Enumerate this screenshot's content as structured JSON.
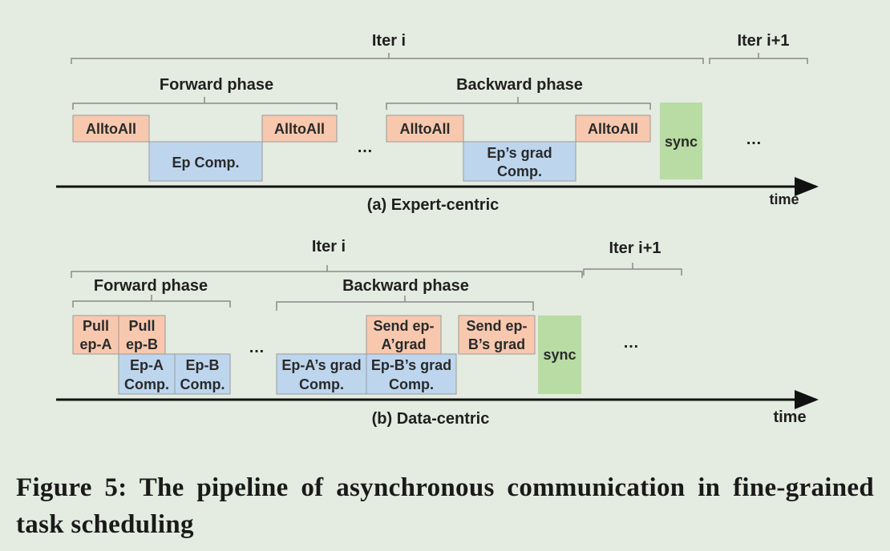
{
  "colors": {
    "background": "#e4ebe0",
    "communication": "#f8c8ae",
    "computation": "#bdd6ee",
    "sync": "#b8dca4",
    "box_border": "#9a9a9a",
    "axis": "#111111"
  },
  "a": {
    "iter_i": "Iter i",
    "iter_next": "Iter i+1",
    "forward": "Forward phase",
    "backward": "Backward phase",
    "alltoall1": "AlltoAll",
    "alltoall2": "AlltoAll",
    "alltoall3": "AlltoAll",
    "alltoall4": "AlltoAll",
    "ep_comp": "Ep Comp.",
    "ep_grad_line1": "Ep’s grad",
    "ep_grad_line2": "Comp.",
    "ellipsis_mid": "…",
    "sync": "sync",
    "ellipsis_end": "…",
    "time": "time",
    "title": "(a) Expert-centric"
  },
  "b": {
    "iter_i": "Iter i",
    "iter_next": "Iter i+1",
    "forward": "Forward phase",
    "backward": "Backward phase",
    "pull_a_line1": "Pull",
    "pull_a_line2": "ep-A",
    "pull_b_line1": "Pull",
    "pull_b_line2": "ep-B",
    "epa_line1": "Ep-A",
    "epa_line2": "Comp.",
    "epb_line1": "Ep-B",
    "epb_line2": "Comp.",
    "ellipsis_mid": "…",
    "epa_grad_line1": "Ep-A’s grad",
    "epa_grad_line2": "Comp.",
    "send_a_line1": "Send ep-",
    "send_a_line2": "A’grad",
    "epb_grad_line1": "Ep-B’s grad",
    "epb_grad_line2": "Comp.",
    "send_b_line1": "Send ep-",
    "send_b_line2": "B’s grad",
    "sync": "sync",
    "ellipsis_end": "…",
    "time": "time",
    "title": "(b) Data-centric"
  },
  "caption": "Figure 5: The pipeline of asynchronous communication in fine-grained task scheduling"
}
